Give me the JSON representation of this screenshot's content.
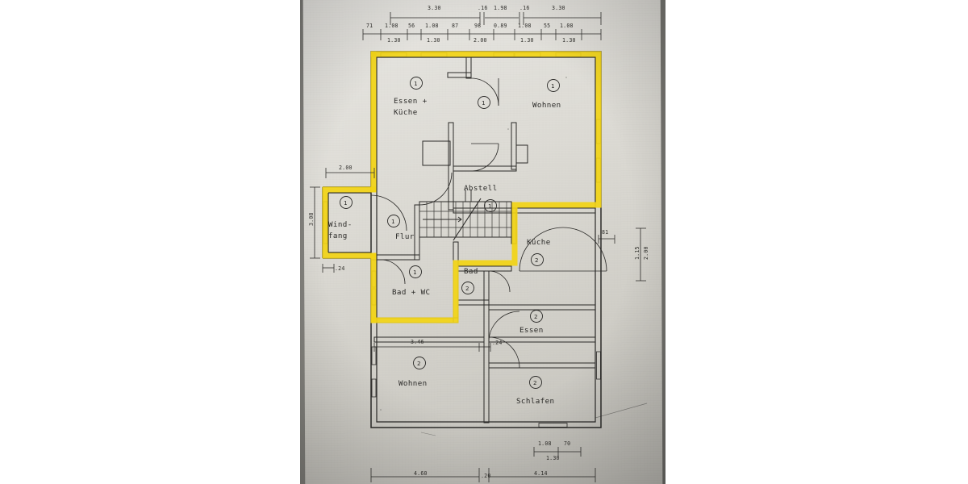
{
  "image": {
    "kind": "photograph-of-architectural-floor-plan",
    "surround_color": "#7c7b77",
    "paper_color": "#d9d7d0",
    "ink_color": "#2b2a28",
    "highlighter_color": "#f2d415",
    "letterbox_color": "#ffffff"
  },
  "plan": {
    "units_note": "metres",
    "apartment_markers": [
      "1",
      "2"
    ],
    "rooms": [
      {
        "id": "essen-kueche",
        "label_line1": "Essen +",
        "label_line2": "Küche",
        "unit": "1"
      },
      {
        "id": "flur-upper",
        "label_line1": "",
        "label_line2": "",
        "unit": "1"
      },
      {
        "id": "wohnen-1",
        "label_line1": "Wohnen",
        "label_line2": "",
        "unit": "1"
      },
      {
        "id": "abstell",
        "label_line1": "Abstell",
        "label_line2": "",
        "unit": "1"
      },
      {
        "id": "windfang",
        "label_line1": "Wind-",
        "label_line2": "fang",
        "unit": "1"
      },
      {
        "id": "flur",
        "label_line1": "Flur",
        "label_line2": "",
        "unit": "1"
      },
      {
        "id": "bad-wc",
        "label_line1": "Bad + WC",
        "label_line2": "",
        "unit": "1"
      },
      {
        "id": "bad-2",
        "label_line1": "Bad",
        "label_line2": "",
        "unit": "2"
      },
      {
        "id": "kueche-2",
        "label_line1": "Küche",
        "label_line2": "",
        "unit": "2"
      },
      {
        "id": "essen-2",
        "label_line1": "Essen",
        "label_line2": "",
        "unit": "2"
      },
      {
        "id": "wohnen-2",
        "label_line1": "Wohnen",
        "label_line2": "",
        "unit": "2"
      },
      {
        "id": "schlafen-2",
        "label_line1": "Schlafen",
        "label_line2": "",
        "unit": "2"
      }
    ],
    "labels": {
      "essen_kueche_1": "Essen +",
      "essen_kueche_2": "Küche",
      "wohnen_top": "Wohnen",
      "abstell": "Abstell",
      "windfang_1": "Wind-",
      "windfang_2": "fang",
      "flur": "Flur",
      "bad_wc": "Bad + WC",
      "bad": "Bad",
      "kueche": "Küche",
      "essen": "Essen",
      "wohnen_bottom": "Wohnen",
      "schlafen": "Schlafen",
      "unit_one": "1",
      "unit_two": "2"
    },
    "dimensions": {
      "top_outer": [
        "3.30",
        ".16",
        "1.98",
        ".16",
        "3.30"
      ],
      "top_inner_upper": [
        "71",
        "1.08",
        "56",
        "1.08",
        "87",
        "98",
        "0.89",
        "1.08",
        "55",
        "1.08"
      ],
      "top_inner_lower": [
        "1.30",
        "1.30",
        "2.00",
        "1.30",
        "1.30"
      ],
      "left_horizontal": "2.00",
      "left_vertical": "3.08",
      "left_bottom": ".24",
      "right_window_width": "81",
      "right_vertical_lower": "1.15",
      "right_vertical_upper": "2.00",
      "interior_wohnen_width": "3.46",
      "interior_wall_thickness": ".24",
      "bottom_window_upper": [
        "1.08",
        "70"
      ],
      "bottom_window_lower": "1.30",
      "bottom_outer": [
        "4.60",
        ".20",
        "4.14"
      ]
    }
  }
}
